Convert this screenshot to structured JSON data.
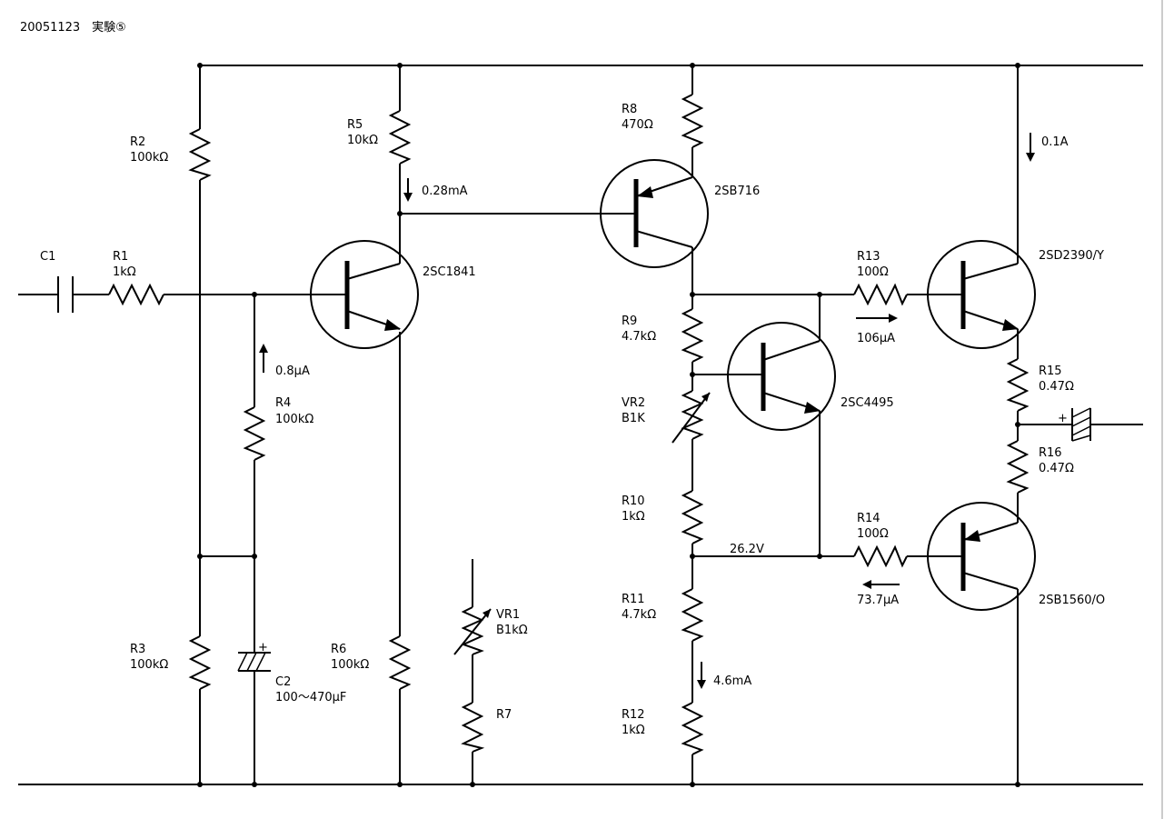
{
  "header": {
    "title": "20051123　実験⑤"
  },
  "components": {
    "c1": {
      "ref": "C1"
    },
    "r1": {
      "ref": "R1",
      "value": "1kΩ"
    },
    "r2": {
      "ref": "R2",
      "value": "100kΩ"
    },
    "r3": {
      "ref": "R3",
      "value": "100kΩ"
    },
    "r4": {
      "ref": "R4",
      "value": "100kΩ"
    },
    "c2": {
      "ref": "C2",
      "value": "100～470μF",
      "polarity": "+"
    },
    "r5": {
      "ref": "R5",
      "value": "10kΩ"
    },
    "r6": {
      "ref": "R6",
      "value": "100kΩ"
    },
    "q1": {
      "part": "2SC1841"
    },
    "vr1": {
      "ref": "VR1",
      "value": "B1kΩ"
    },
    "r7": {
      "ref": "R7"
    },
    "r8": {
      "ref": "R8",
      "value": "470Ω"
    },
    "q2": {
      "part": "2SB716"
    },
    "r9": {
      "ref": "R9",
      "value": "4.7kΩ"
    },
    "vr2": {
      "ref": "VR2",
      "value": "B1K"
    },
    "r10": {
      "ref": "R10",
      "value": "1kΩ"
    },
    "r11": {
      "ref": "R11",
      "value": "4.7kΩ"
    },
    "r12": {
      "ref": "R12",
      "value": "1kΩ"
    },
    "q3": {
      "part": "2SC4495"
    },
    "r13": {
      "ref": "R13",
      "value": "100Ω"
    },
    "r14": {
      "ref": "R14",
      "value": "100Ω"
    },
    "q4": {
      "part": "2SD2390/Y"
    },
    "q5": {
      "part": "2SB1560/O"
    },
    "r15": {
      "ref": "R15",
      "value": "0.47Ω"
    },
    "r16": {
      "ref": "R16",
      "value": "0.47Ω"
    },
    "cout": {
      "polarity": "+"
    }
  },
  "annotations": {
    "i_r5": "0.28mA",
    "i_r4": "0.8μA",
    "i_out": "0.1A",
    "i_r13": "106μA",
    "i_r14": "73.7μA",
    "i_r12": "4.6mA",
    "v_node": "26.2V"
  }
}
